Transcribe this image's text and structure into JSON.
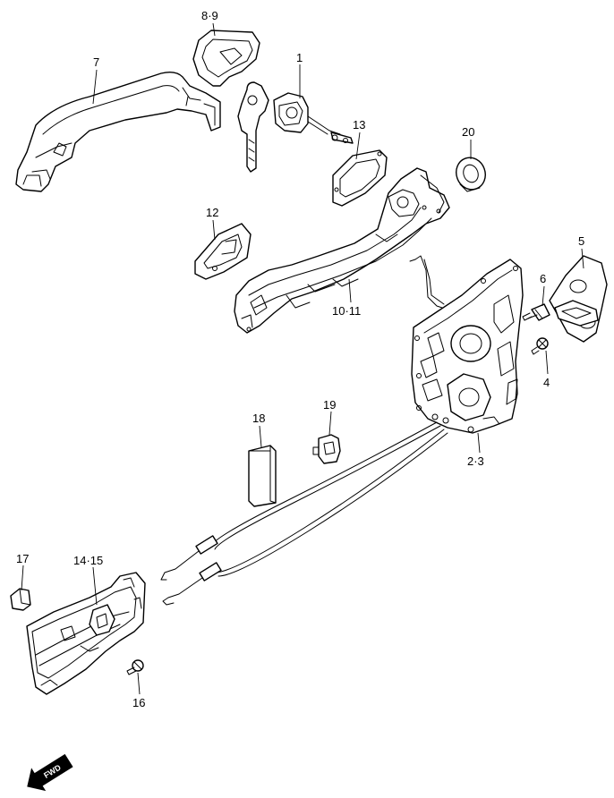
{
  "callouts": {
    "c89": "8·9",
    "c7": "7",
    "c1": "1",
    "c13": "13",
    "c20": "20",
    "c12": "12",
    "c5": "5",
    "c6": "6",
    "c1011": "10·11",
    "c4": "4",
    "c18": "18",
    "c19": "19",
    "c23": "2·3",
    "c17": "17",
    "c1415": "14·15",
    "c16": "16"
  },
  "fwd_label": "FWD"
}
